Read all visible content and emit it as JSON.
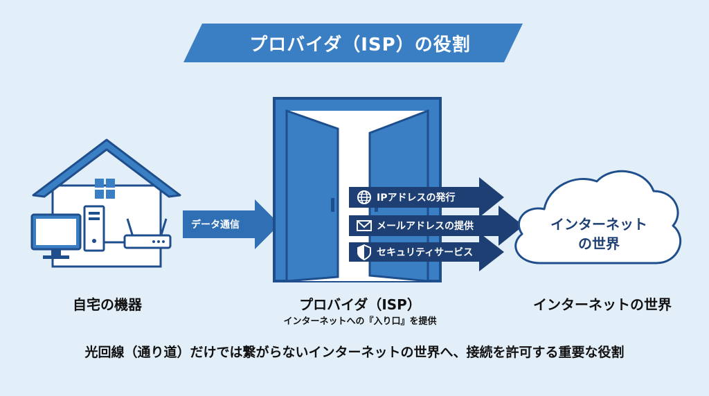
{
  "title": "プロバイダ（ISP）の役割",
  "home": {
    "label": "自宅の機器",
    "flow_label": "データ通信"
  },
  "provider": {
    "label": "プロバイダ（ISP）",
    "sublabel": "インターネットへの『入り口』を提供"
  },
  "services": [
    {
      "label": "IPアドレスの発行",
      "icon": "globe-icon"
    },
    {
      "label": "メールアドレスの提供",
      "icon": "mail-icon"
    },
    {
      "label": "セキュリティサービス",
      "icon": "shield-icon"
    }
  ],
  "internet": {
    "cloud_line1": "インターネット",
    "cloud_line2": "の世界",
    "label": "インターネットの世界"
  },
  "caption": "光回線（通り道）だけでは繋がらないインターネットの世界へ、接続を許可する重要な役割",
  "colors": {
    "background": "#e3eff8",
    "primary_blue": "#3a7fc4",
    "dark_navy": "#1e3f73",
    "outline_navy": "#1f4e8c"
  }
}
